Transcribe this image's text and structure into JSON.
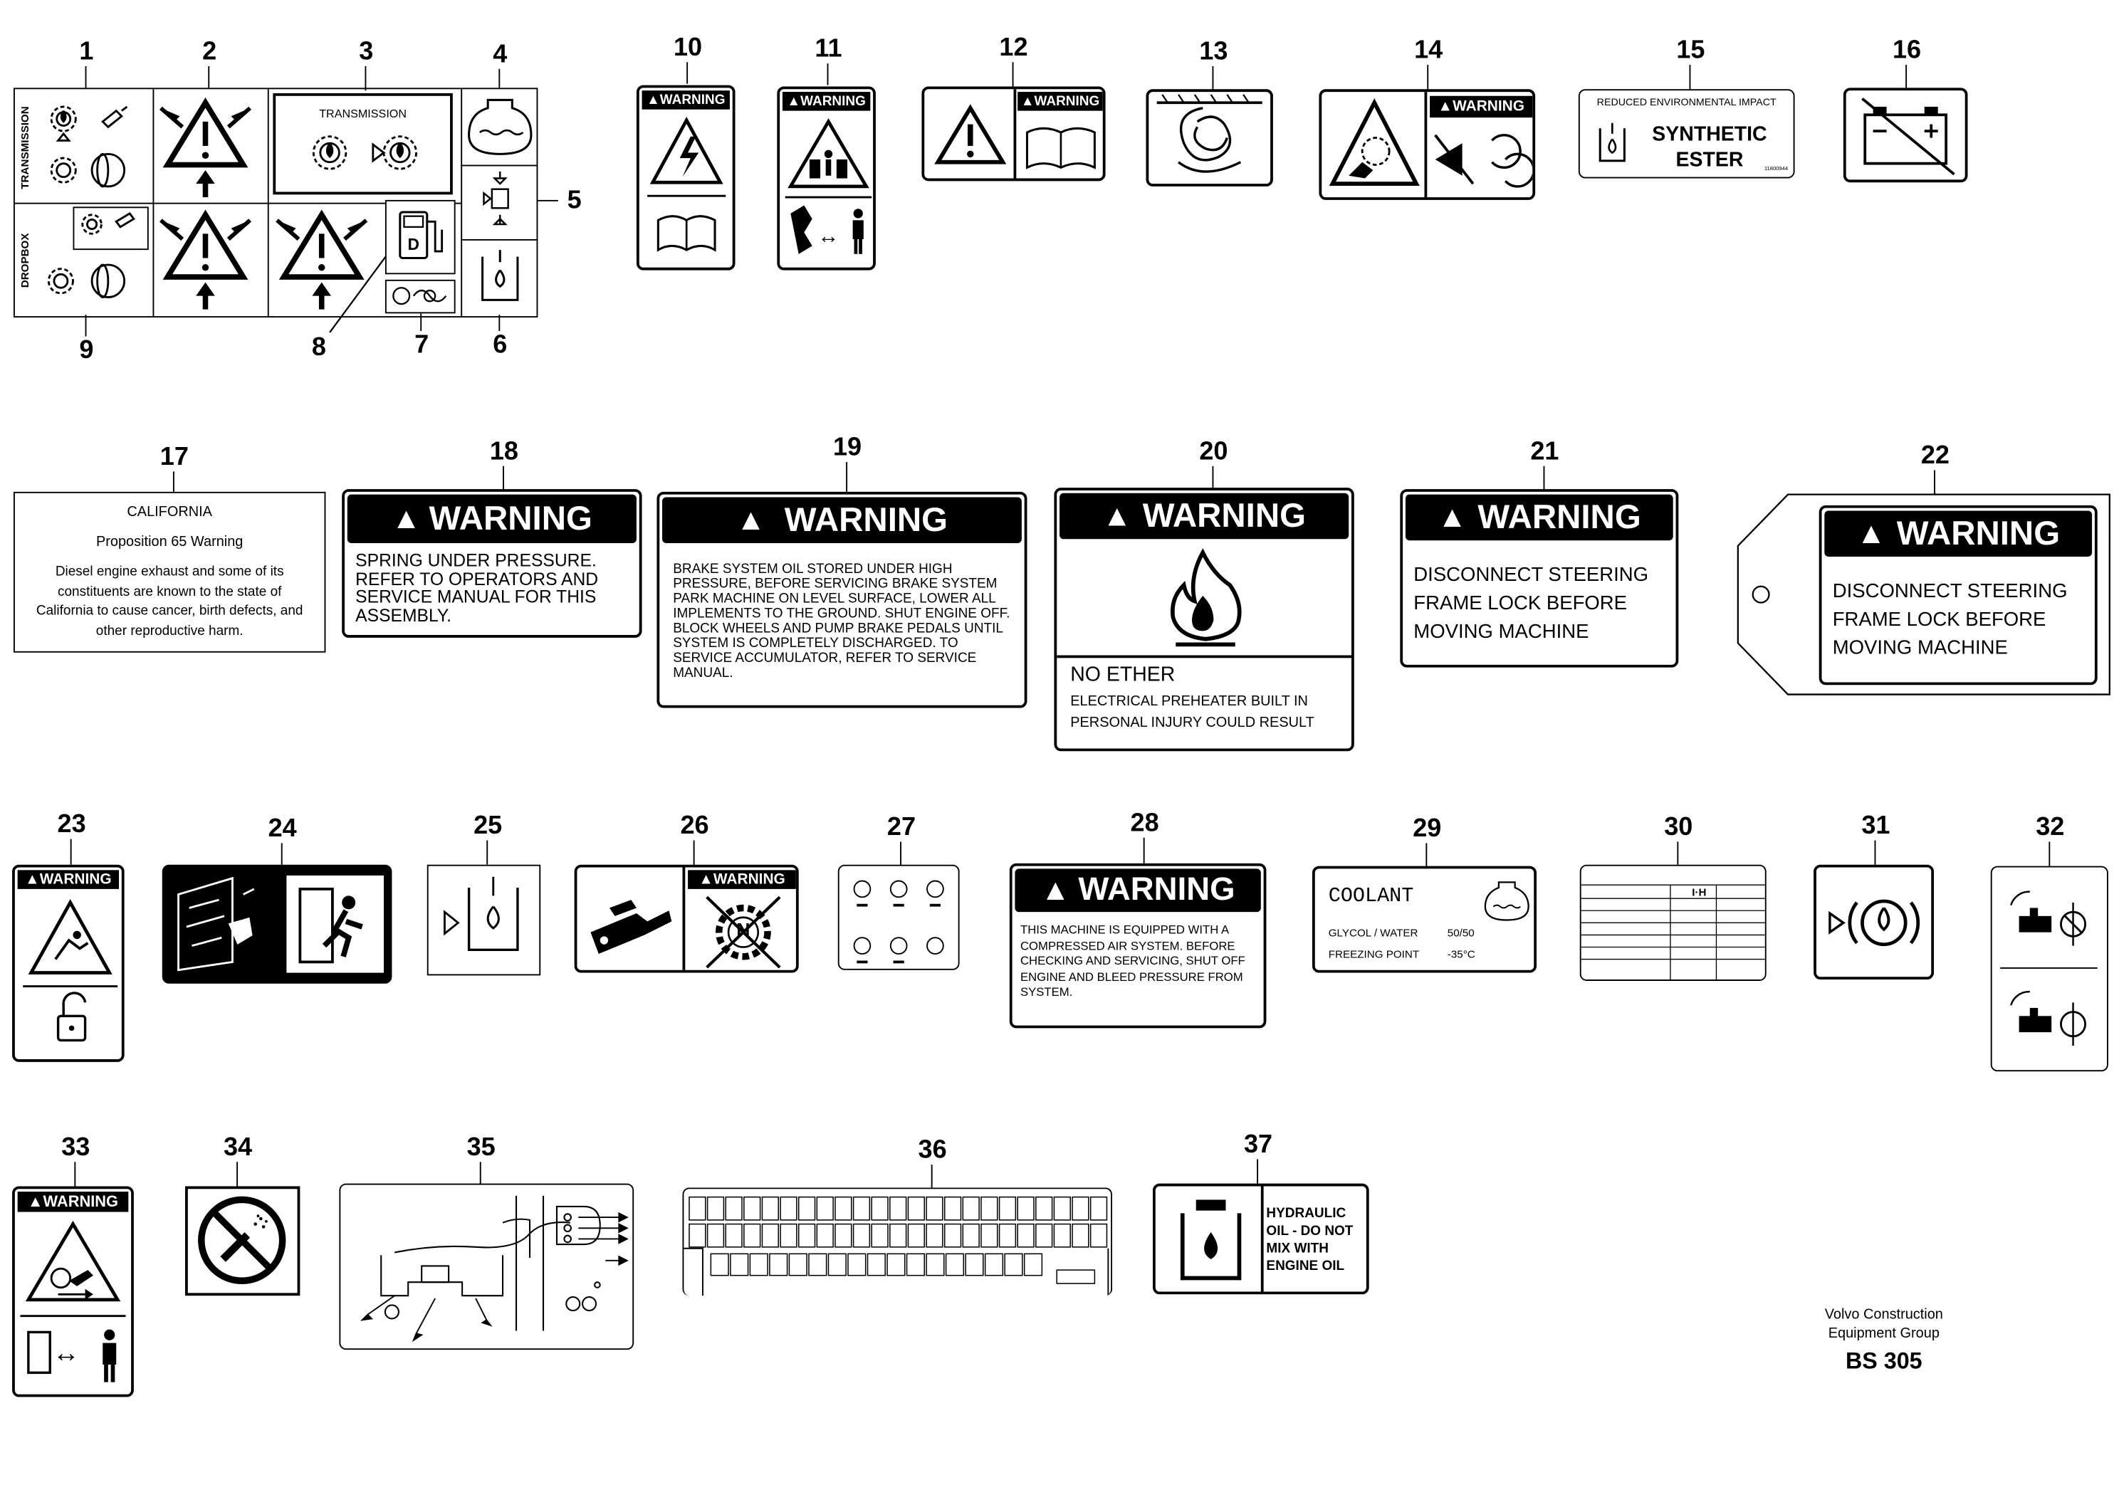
{
  "callouts": [
    "1",
    "2",
    "3",
    "4",
    "5",
    "6",
    "7",
    "8",
    "9",
    "10",
    "11",
    "12",
    "13",
    "14",
    "15",
    "16",
    "17",
    "18",
    "19",
    "20",
    "21",
    "22",
    "23",
    "24",
    "25",
    "26",
    "27",
    "28",
    "29",
    "30",
    "31",
    "32",
    "33",
    "34",
    "35",
    "36",
    "37"
  ],
  "labels": {
    "transmission_side": "TRANSMISSION",
    "dropbox_side": "DROPBOX",
    "transmission_box": "TRANSMISSION",
    "warning": "WARNING",
    "reduced_impact": "REDUCED ENVIRONMENTAL IMPACT",
    "synthetic": "SYNTHETIC",
    "ester": "ESTER",
    "part_no_15": "11800944",
    "california": "CALIFORNIA",
    "prop65": "Proposition 65 Warning",
    "prop65_text": "Diesel engine exhaust and some of its constituents are known to the state of California to cause cancer, birth defects, and other reproductive harm.",
    "l18_text": "SPRING UNDER PRESSURE. REFER TO OPERATORS AND SERVICE MANUAL FOR THIS ASSEMBLY.",
    "l19_text": "BRAKE SYSTEM OIL STORED UNDER HIGH PRESSURE, BEFORE SERVICING BRAKE SYSTEM PARK MACHINE ON LEVEL SURFACE, LOWER ALL IMPLEMENTS TO THE GROUND. SHUT ENGINE OFF. BLOCK WHEELS AND PUMP BRAKE PEDALS UNTIL SYSTEM IS COMPLETELY DISCHARGED. TO SERVICE ACCUMULATOR, REFER TO SERVICE MANUAL.",
    "no_ether": "NO ETHER",
    "l20_text": "ELECTRICAL PREHEATER BUILT IN PERSONAL INJURY COULD RESULT",
    "l21_text": "DISCONNECT STEERING FRAME LOCK BEFORE MOVING MACHINE",
    "l22_text": "DISCONNECT STEERING FRAME LOCK BEFORE MOVING MACHINE",
    "l28_text": "THIS MACHINE IS EQUIPPED WITH A COMPRESSED AIR SYSTEM. BEFORE CHECKING AND SERVICING, SHUT OFF ENGINE AND BLEED PRESSURE FROM SYSTEM.",
    "coolant": "COOLANT",
    "glycol": "GLYCOL / WATER",
    "glycol_val": "50/50",
    "freezing": "FREEZING POINT",
    "freezing_val": "-35°C",
    "l37_text": "HYDRAULIC OIL - DO NOT MIX WITH ENGINE OIL",
    "fuel_letter": "D",
    "neutral_letter": "N"
  },
  "footer": {
    "company_line1": "Volvo Construction",
    "company_line2": "Equipment Group",
    "code": "BS 305"
  }
}
